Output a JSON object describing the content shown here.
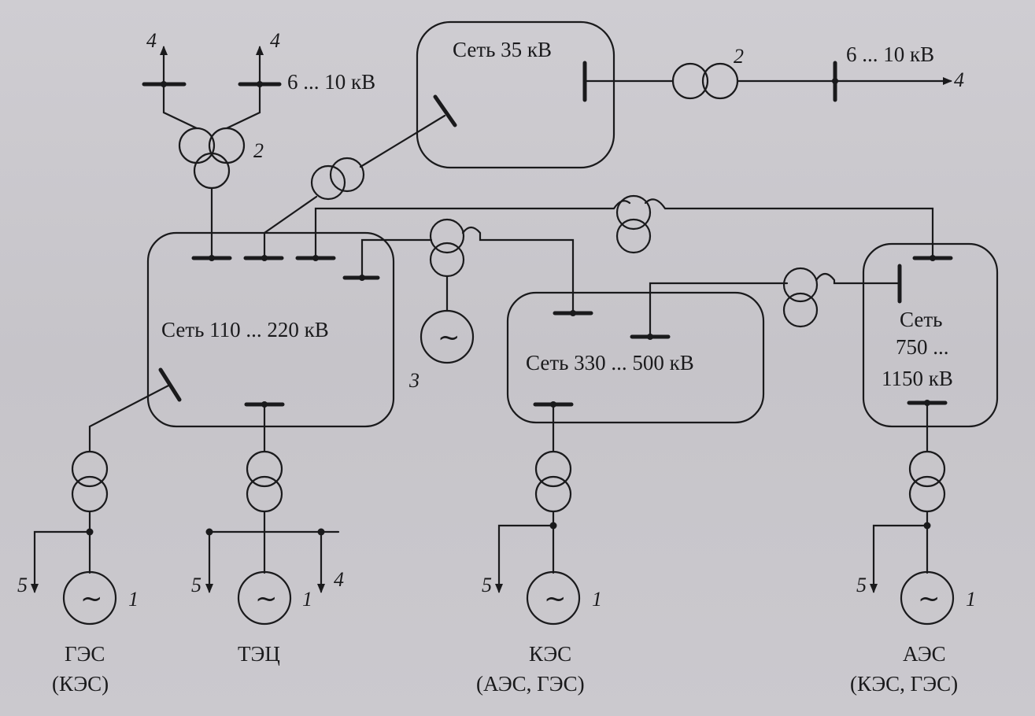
{
  "networks": {
    "net35": "Сеть 35 кВ",
    "net110": "Сеть 110 ... 220 кВ",
    "net330": "Сеть 330 ... 500 кВ",
    "net750_l1": "Сеть",
    "net750_l2": "750 ...",
    "net750_l3": "1150 кВ"
  },
  "voltages": {
    "v_left": "6 ... 10 кВ",
    "v_right": "6 ... 10 кВ"
  },
  "markers": {
    "m1": "1",
    "m2": "2",
    "m3": "3",
    "m4": "4",
    "m5": "5"
  },
  "generator_symbol": "~",
  "plants": {
    "ges_l1": "ГЭС",
    "ges_l2": "(КЭС)",
    "tec": "ТЭЦ",
    "kes_l1": "КЭС",
    "kes_l2": "(АЭС, ГЭС)",
    "aes_l1": "АЭС",
    "aes_l2": "(КЭС, ГЭС)"
  },
  "colors": {
    "ink": "#1a1a1c",
    "paper": "#c9c7cc"
  }
}
